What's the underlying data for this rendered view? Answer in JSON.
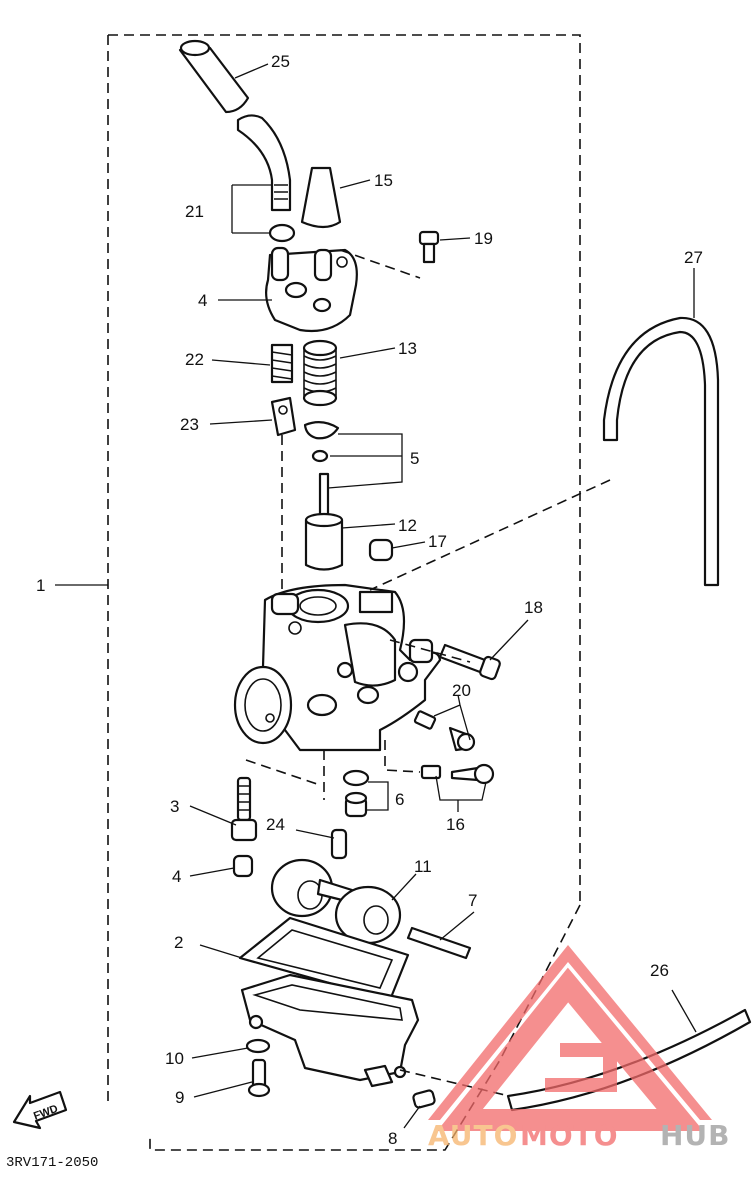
{
  "diagram": {
    "drawing_code": "3RV171-2050",
    "fwd_label": "FWD",
    "callouts": {
      "p1": "1",
      "p2": "2",
      "p3": "3",
      "p4a": "4",
      "p4b": "4",
      "p5": "5",
      "p6": "6",
      "p7": "7",
      "p8": "8",
      "p9": "9",
      "p10": "10",
      "p11": "11",
      "p12": "12",
      "p13": "13",
      "p15": "15",
      "p16": "16",
      "p17": "17",
      "p18": "18",
      "p19": "19",
      "p20": "20",
      "p21": "21",
      "p22": "22",
      "p23": "23",
      "p24": "24",
      "p25": "25",
      "p26": "26",
      "p27": "27"
    }
  },
  "watermark": {
    "part1": "AUTO",
    "part2": "MOTO",
    "part3": "HUB",
    "color_light": "#f6b36b",
    "color_red": "#f26a6a",
    "color_gray": "#9a9a9a"
  }
}
